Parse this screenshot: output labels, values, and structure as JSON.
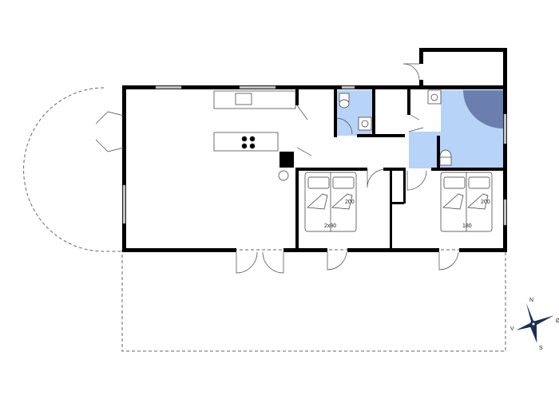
{
  "plan": {
    "bed_labels": {
      "room1_size": "2x90",
      "room1_length": "200",
      "room2_size": "180",
      "room2_length": "200"
    },
    "compass": {
      "north": "N",
      "west": "V",
      "south": "S",
      "east": "Ø"
    },
    "colors": {
      "wall": "#000000",
      "bathroom": "#b7d3f7",
      "shower": "#6a7fae",
      "window": "#c8c8c8",
      "compass": "#1a2d55"
    }
  }
}
